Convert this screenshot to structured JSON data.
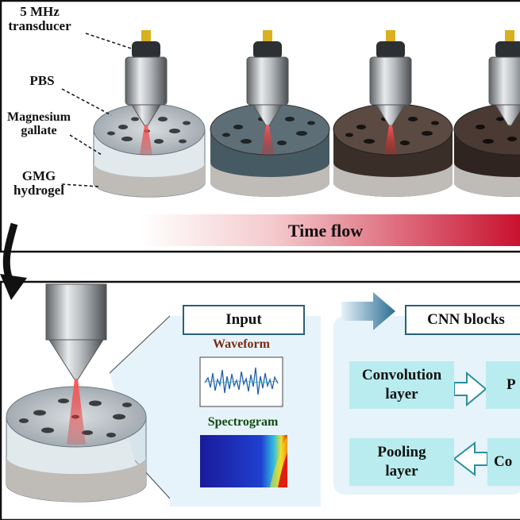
{
  "top_panel": {
    "labels": {
      "transducer": "5 MHz\ntransducer",
      "pbs": "PBS",
      "magnesium_gallate": "Magnesium\ngallate",
      "gmg_hydrogel": "GMG\nhydrogel"
    },
    "time_flow": "Time flow"
  },
  "bottom_panel": {
    "input_title": "Input",
    "waveform_label": "Waveform",
    "spectrogram_label": "Spectrogram",
    "cnn_title": "CNN blocks",
    "cnn_cells": {
      "convolution": "Convolution\nlayer",
      "pooling": "Pooling\nlayer",
      "top_right_partial": "P",
      "bottom_right_partial": "Co"
    }
  },
  "colors": {
    "border": "#111111",
    "time_gradient_end": "#c8102e",
    "cnn_cell": "#b9ecef",
    "panel_bg": "#e6f3fa",
    "title_box_border": "#2a5f7c"
  }
}
